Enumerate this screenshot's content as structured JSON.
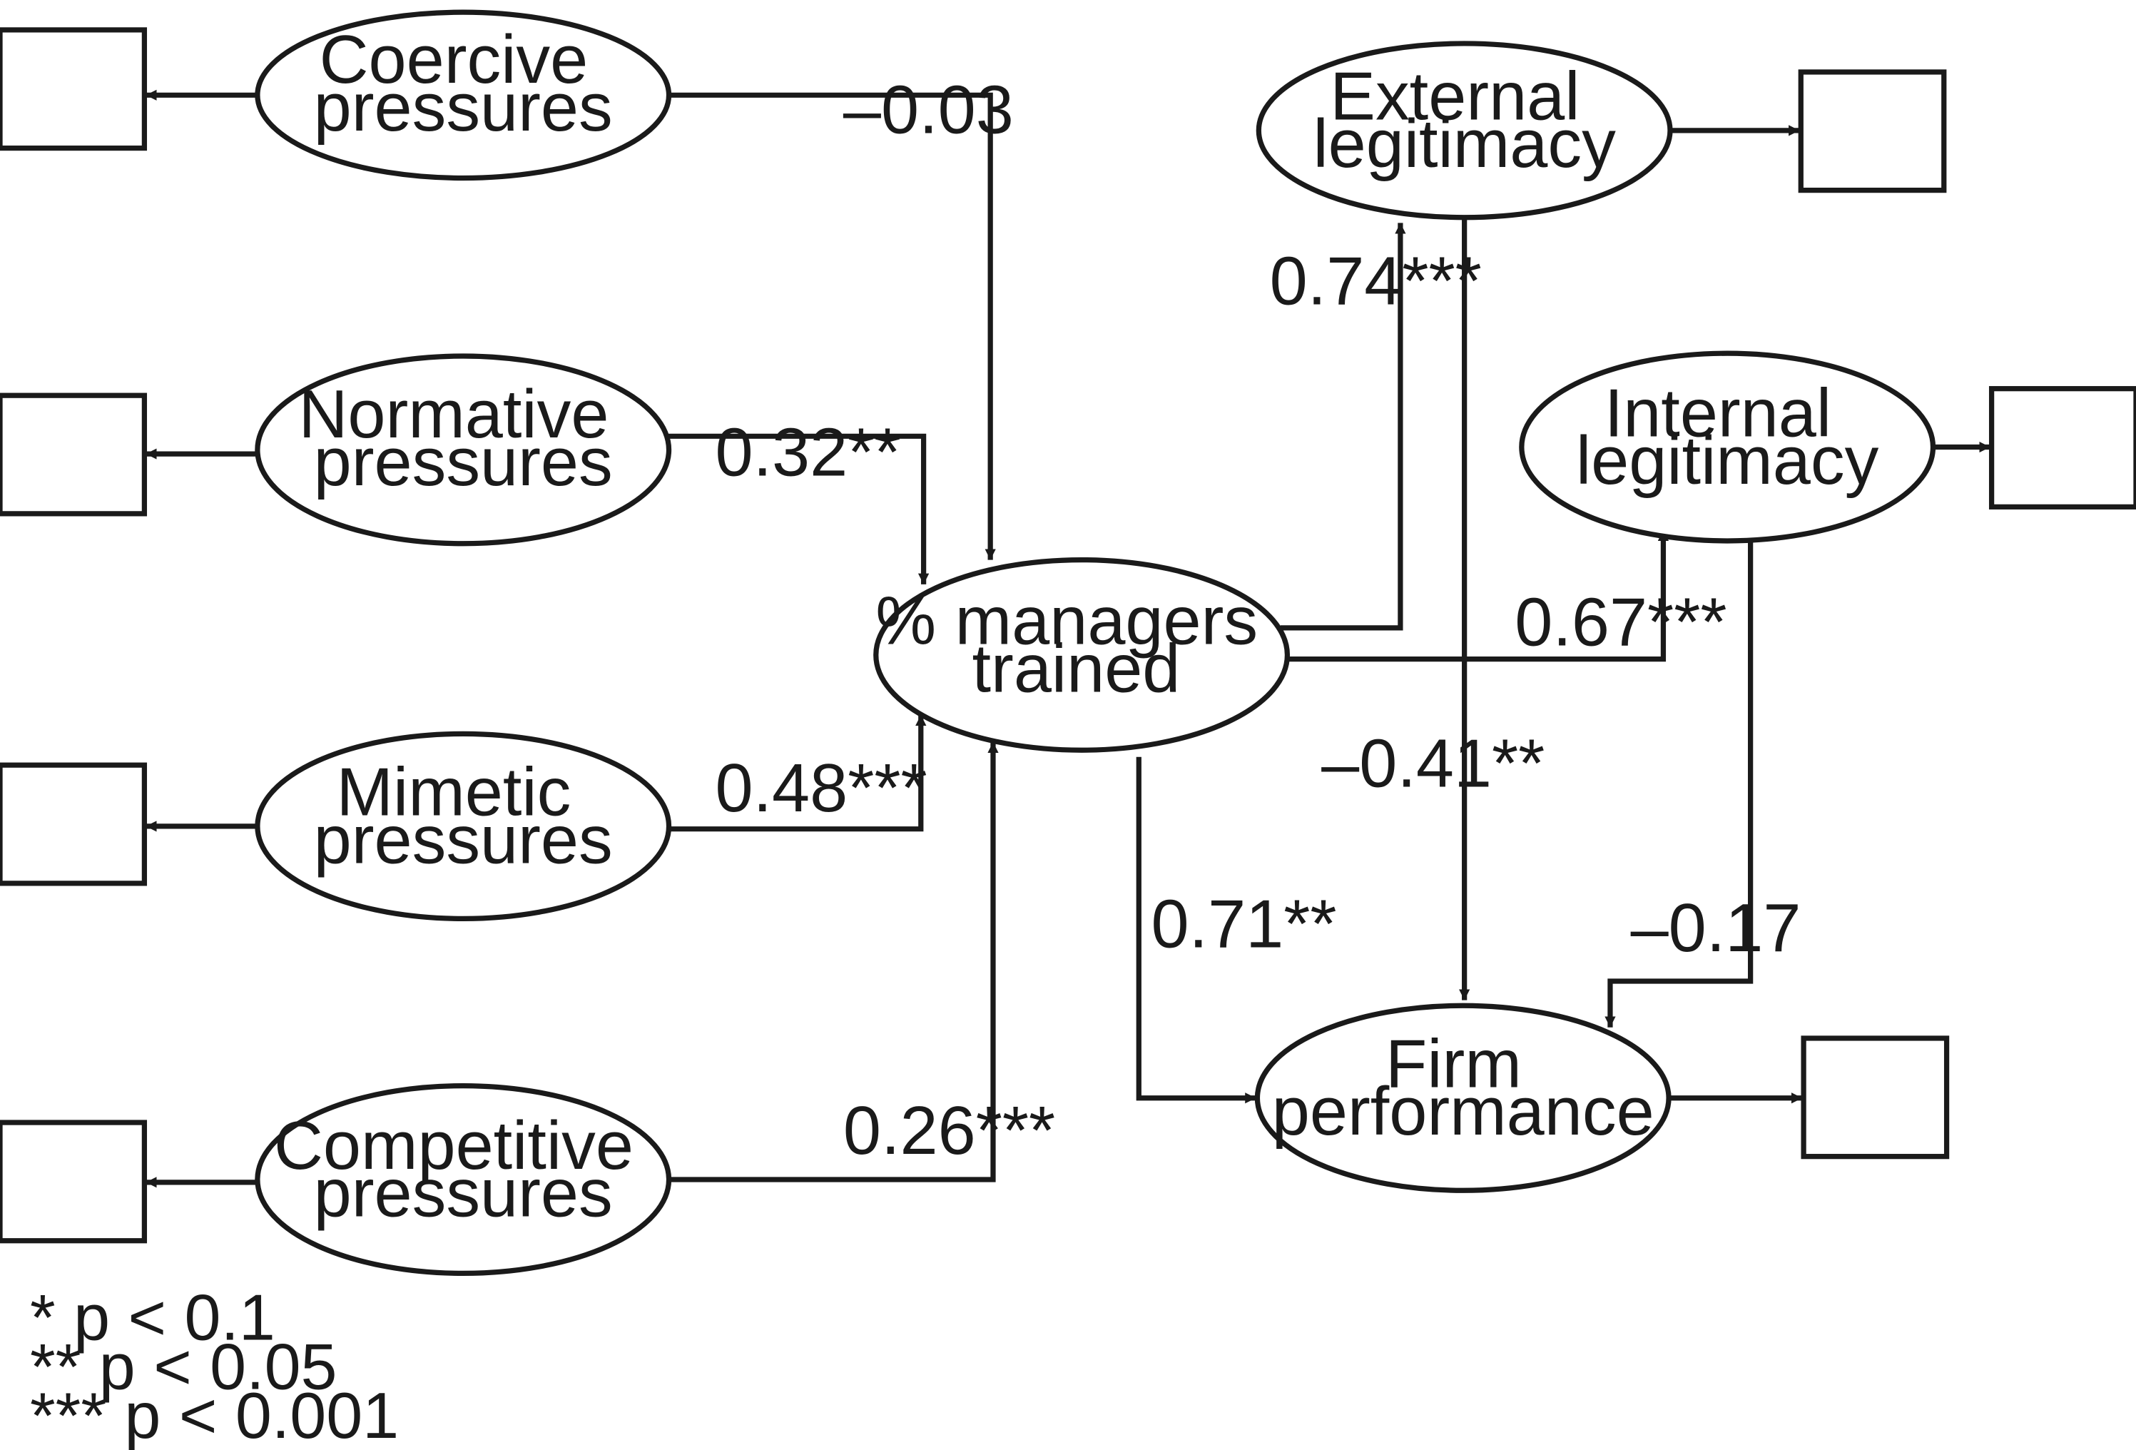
{
  "nodes": {
    "coercive": [
      "Coercive",
      "pressures"
    ],
    "normative": [
      "Normative",
      "pressures"
    ],
    "mimetic": [
      "Mimetic",
      "pressures"
    ],
    "competitive": [
      "Competitive",
      "pressures"
    ],
    "managers": [
      "% managers",
      "trained"
    ],
    "external": [
      "External",
      "legitimacy"
    ],
    "internal": [
      "Internal",
      "legitimacy"
    ],
    "firm": [
      "Firm",
      "performance"
    ]
  },
  "paths": {
    "coercive_to_managers": "–0.03",
    "normative_to_managers": "0.32**",
    "mimetic_to_managers": "0.48***",
    "competitive_to_managers": "0.26***",
    "managers_to_external": "0.74***",
    "managers_to_internal": "0.67***",
    "external_to_firm": "–0.41**",
    "internal_to_firm": "–0.17",
    "managers_to_firm": "0.71**"
  },
  "legend": [
    "* p < 0.1",
    "** p < 0.05",
    "*** p < 0.001"
  ]
}
